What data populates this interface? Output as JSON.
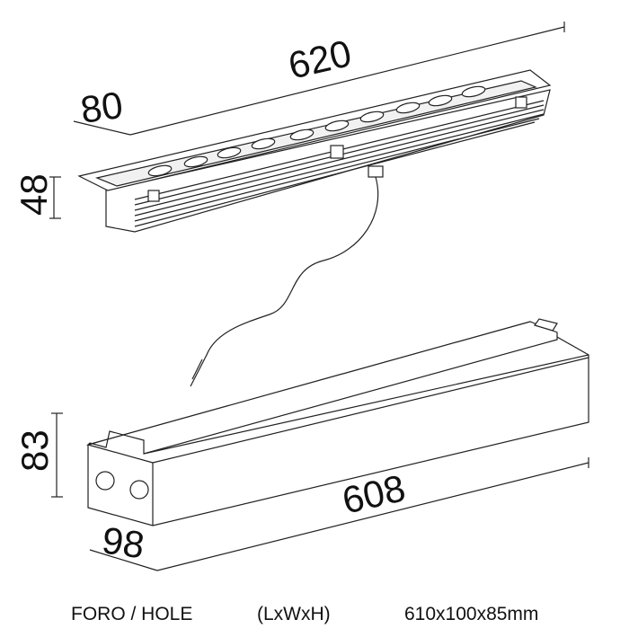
{
  "dimensions": {
    "length_luminaire": "620",
    "width_luminaire": "80",
    "height_luminaire": "48",
    "height_box": "83",
    "length_box": "608",
    "width_box": "98"
  },
  "footer": {
    "label": "FORO / HOLE",
    "format": "(LxWxH)",
    "value": "610x100x85mm"
  }
}
